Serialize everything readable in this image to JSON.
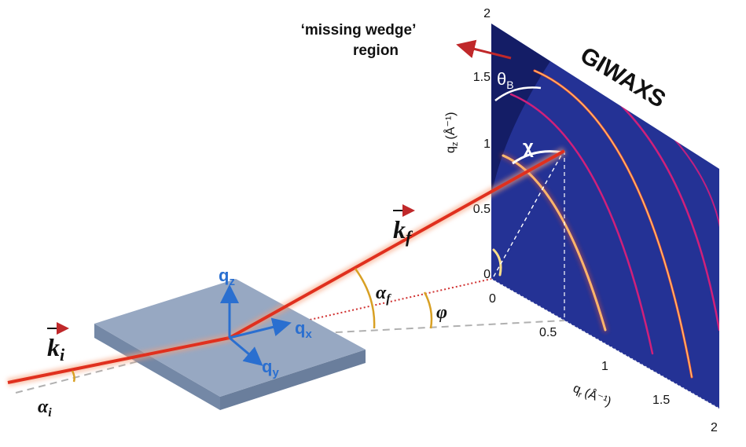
{
  "colors": {
    "background": "#ffffff",
    "detector": "#1f2d8f",
    "detector_dark": "#15206b",
    "beam": "#e0301e",
    "beam_glow": "#f6a07a",
    "ring_hot": "#ff5a2a",
    "ring_bright": "#ffe08a",
    "ring_magenta": "#d0207a",
    "axis_blue": "#2a6fd0",
    "angle_gold": "#d8a024",
    "sample_top": "#97a8c2",
    "sample_side": "#7488a6",
    "dashed": "#b0b0b0",
    "label_red": "#c0282a"
  },
  "labels": {
    "missing_wedge_line1": "‘missing wedge’",
    "missing_wedge_line2": "region",
    "giwaxs": "GIWAXS",
    "theta_b_main": "θ",
    "theta_b_sub": "B",
    "chi": "χ",
    "k_i_main": "k",
    "k_i_sub": "i",
    "k_f_main": "k",
    "k_f_sub": "f",
    "alpha_i_main": "α",
    "alpha_i_sub": "i",
    "alpha_f_main": "α",
    "alpha_f_sub": "f",
    "phi": "φ",
    "qz_main": "q",
    "qz_sub": "z",
    "qx_main": "q",
    "qx_sub": "x",
    "qy_main": "q",
    "qy_sub": "y"
  },
  "axes": {
    "vertical": {
      "label_main": "q",
      "label_sub": "z",
      "label_unit": "(Å⁻¹)",
      "ticks": [
        "0",
        "0.5",
        "1",
        "1.5",
        "2"
      ]
    },
    "horizontal": {
      "label_main": "q",
      "label_sub": "r",
      "label_unit": "(Å⁻¹)",
      "ticks": [
        "0",
        "0.5",
        "1",
        "1.5",
        "2"
      ]
    }
  },
  "icons": {
    "arrow_vector": "arrow-vector-icon"
  }
}
